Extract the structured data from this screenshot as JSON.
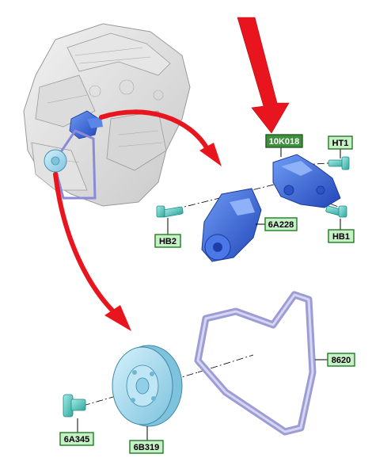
{
  "labels": {
    "tensioner_bracket": "10K018",
    "bolt_ht1": "HT1",
    "tensioner": "6A228",
    "bolt_hb2": "HB2",
    "bolt_hb1": "HB1",
    "belt": "8620",
    "pulley_bolt": "6A345",
    "crank_pulley": "6B319"
  },
  "colors": {
    "callout_arrow": "#e8141e",
    "part_blue": "#3d6ee0",
    "pulley_cyan": "#a8dcf0",
    "belt_lavender": "#b8b8e0",
    "bolt_teal": "#5fd0c8",
    "label_fill": "#c8f0c8",
    "label_border": "#1f7a1f"
  }
}
